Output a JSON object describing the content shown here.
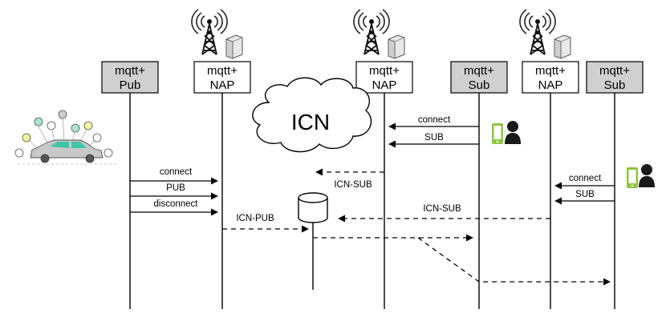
{
  "participants": [
    {
      "id": "pub",
      "line1": "mqtt+",
      "line2": "Pub",
      "fill": "#d0d0d0"
    },
    {
      "id": "nap1",
      "line1": "mqtt+",
      "line2": "NAP",
      "fill": "#ffffff"
    },
    {
      "id": "nap2",
      "line1": "mqtt+",
      "line2": "NAP",
      "fill": "#ffffff"
    },
    {
      "id": "sub1",
      "line1": "mqtt+",
      "line2": "Sub",
      "fill": "#d0d0d0"
    },
    {
      "id": "nap3",
      "line1": "mqtt+",
      "line2": "NAP",
      "fill": "#ffffff"
    },
    {
      "id": "sub2",
      "line1": "mqtt+",
      "line2": "Sub",
      "fill": "#d0d0d0"
    }
  ],
  "cloud_label": "ICN",
  "messages": {
    "sub1_connect": "connect",
    "sub1_sub": "SUB",
    "nap2_icn_sub": "ICN-SUB",
    "pub_connect": "connect",
    "pub_pub": "PUB",
    "pub_disconnect": "disconnect",
    "nap1_icn_pub": "ICN-PUB",
    "sub2_connect": "connect",
    "sub2_sub": "SUB",
    "nap3_icn_sub": "ICN-SUB"
  },
  "colors": {
    "participant_shaded": "#d0d0d0",
    "phone_green": "#8dc63f",
    "person_dark": "#1a1a1a",
    "car_teal": "#3cc7a8",
    "line": "#000000"
  },
  "icons": [
    "radio-tower-icon",
    "server-icon",
    "cloud-icon",
    "database-icon",
    "smartphone-icon",
    "person-icon",
    "connected-car-icon"
  ]
}
